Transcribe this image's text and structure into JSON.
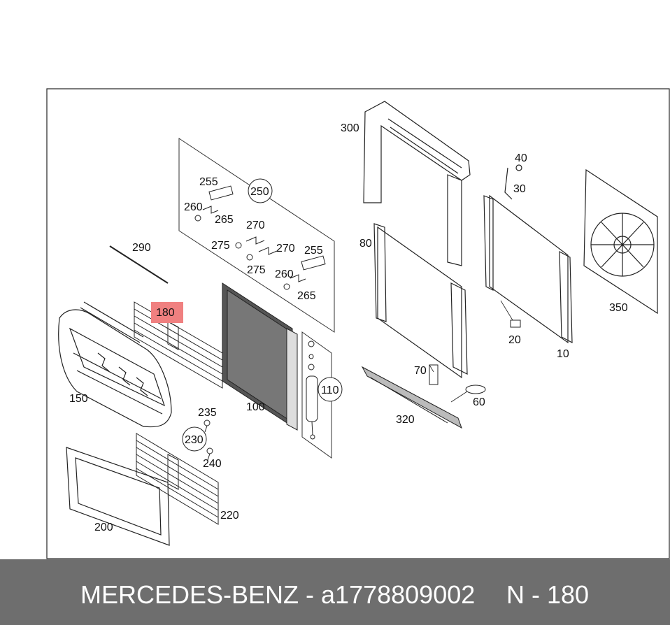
{
  "labels": {
    "p10": "10",
    "p20": "20",
    "p30": "30",
    "p40": "40",
    "p60": "60",
    "p70": "70",
    "p80": "80",
    "p100": "100",
    "p110": "110",
    "p150": "150",
    "p180": "180",
    "p200": "200",
    "p220": "220",
    "p230": "230",
    "p235": "235",
    "p240": "240",
    "p250": "250",
    "p255": "255",
    "p260": "260",
    "p265": "265",
    "p270": "270",
    "p275": "275",
    "p290": "290",
    "p300": "300",
    "p320": "320",
    "p350": "350"
  },
  "colors": {
    "highlight": "#f08080",
    "footer_bg": "#6e6e6e",
    "line": "#222222"
  },
  "footer": {
    "brand_part": "MERCEDES-BENZ - a1778809002",
    "position": "N - 180"
  }
}
